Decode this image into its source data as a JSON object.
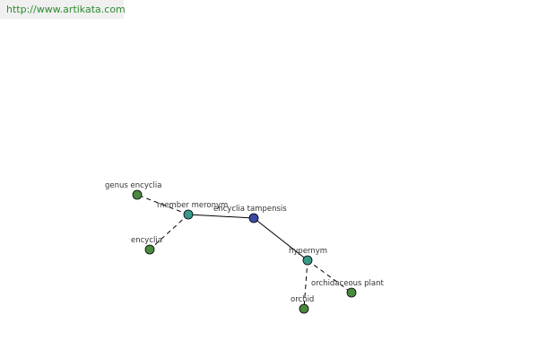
{
  "header": {
    "url": "http://www.artikata.com"
  },
  "colors": {
    "url_text": "#2e8b2e",
    "url_bg": "#f0f0f0",
    "node_center": "#3b4aa0",
    "node_relation": "#3a9a8a",
    "node_term": "#4a8a3e"
  },
  "graph": {
    "nodes": {
      "center": {
        "label": "encyclia tampensis",
        "kind": "center"
      },
      "member_meronym": {
        "label": "member meronym",
        "kind": "relation"
      },
      "hypernym": {
        "label": "hypernym",
        "kind": "relation"
      },
      "genus_encyclia": {
        "label": "genus encyclia",
        "kind": "term"
      },
      "encyclia": {
        "label": "encyclia",
        "kind": "term"
      },
      "orchid": {
        "label": "orchid",
        "kind": "term"
      },
      "orchidaceous_plant": {
        "label": "orchidaceous plant",
        "kind": "term"
      }
    },
    "edges": [
      {
        "from": "center",
        "to": "member_meronym",
        "style": "solid"
      },
      {
        "from": "center",
        "to": "hypernym",
        "style": "solid"
      },
      {
        "from": "member_meronym",
        "to": "genus_encyclia",
        "style": "dashed"
      },
      {
        "from": "member_meronym",
        "to": "encyclia",
        "style": "dashed"
      },
      {
        "from": "hypernym",
        "to": "orchid",
        "style": "dashed"
      },
      {
        "from": "hypernym",
        "to": "orchidaceous_plant",
        "style": "dashed"
      }
    ]
  }
}
